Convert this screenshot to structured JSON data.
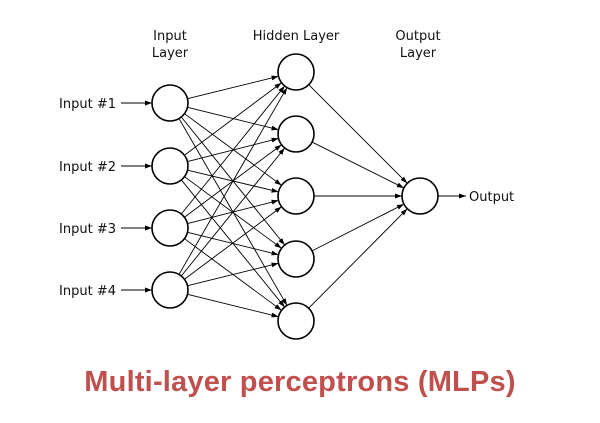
{
  "layers": {
    "input_label": [
      "Input",
      "Layer"
    ],
    "hidden_label": [
      "Hidden Layer"
    ],
    "output_label": [
      "Output",
      "Layer"
    ]
  },
  "inputs": [
    "Input #1",
    "Input #2",
    "Input #3",
    "Input #4"
  ],
  "hidden_count": 5,
  "output_label": "Output",
  "caption": "Multi-layer perceptrons (MLPs)",
  "colors": {
    "caption": "#c0504d",
    "stroke": "#000000"
  }
}
